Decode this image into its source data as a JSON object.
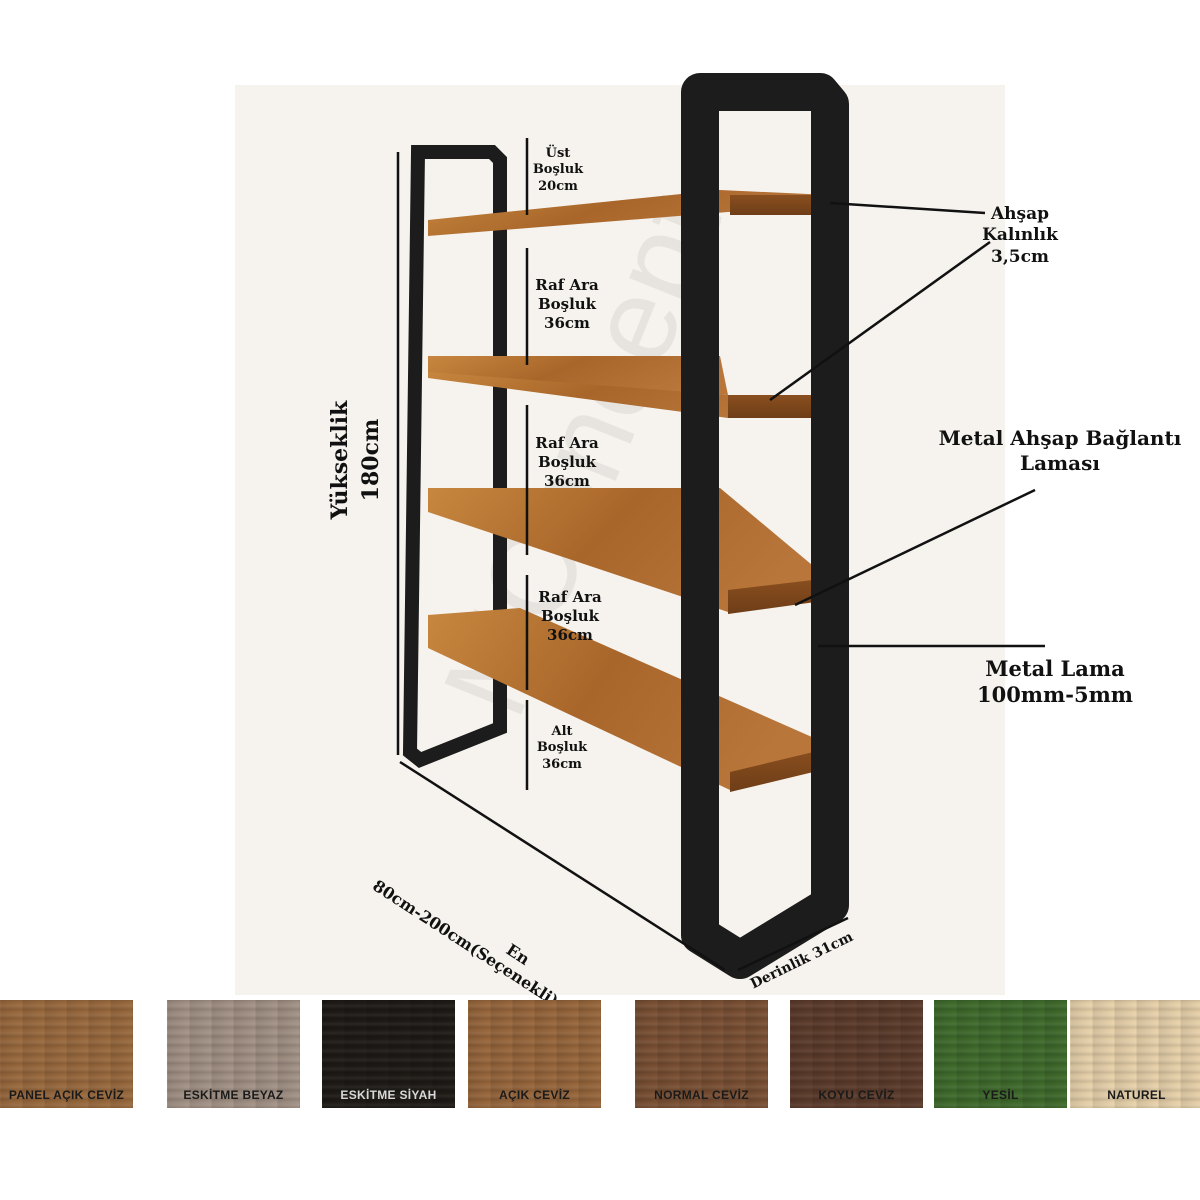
{
  "labels": {
    "top_gap": [
      "Üst",
      "Boşluk",
      "20cm"
    ],
    "gap1": [
      "Raf Ara",
      "Boşluk",
      "36cm"
    ],
    "gap2": [
      "Raf Ara",
      "Boşluk",
      "36cm"
    ],
    "gap3": [
      "Raf Ara",
      "Boşluk",
      "36cm"
    ],
    "bottom_gap": [
      "Alt",
      "Boşluk",
      "36cm"
    ],
    "wood_thickness": [
      "Ahşap",
      "Kalınlık",
      "3,5cm"
    ],
    "bracket": [
      "Metal Ahşap Bağlantı",
      "Laması"
    ],
    "metal": [
      "Metal Lama",
      "100mm-5mm"
    ],
    "height": [
      "Yükseklik",
      "180cm"
    ],
    "width": [
      "En",
      "80cm-200cm(Seçenekli)"
    ],
    "depth": "Derinlik 31cm"
  },
  "watermark": "MConcept",
  "swatches": [
    {
      "name": "PANEL AÇIK CEVİZ",
      "color": "#9a6a3e",
      "text_color": "#1a1a1a"
    },
    {
      "name": "ESKİTME BEYAZ",
      "color": "#a39286",
      "text_color": "#1a1a1a"
    },
    {
      "name": "ESKİTME SİYAH",
      "color": "#1e1a16",
      "text_color": "#d8d8d8"
    },
    {
      "name": "AÇIK CEVİZ",
      "color": "#98673c",
      "text_color": "#1a1a1a"
    },
    {
      "name": "NORMAL CEVİZ",
      "color": "#7a5034",
      "text_color": "#1a1a1a"
    },
    {
      "name": "KOYU CEVİZ",
      "color": "#5c3b2b",
      "text_color": "#1a1a1a"
    },
    {
      "name": "YESİL",
      "color": "#3f6b2c",
      "text_color": "#1a1a1a"
    },
    {
      "name": "NATUREL",
      "color": "#e8d2ab",
      "text_color": "#1a1a1a"
    }
  ]
}
